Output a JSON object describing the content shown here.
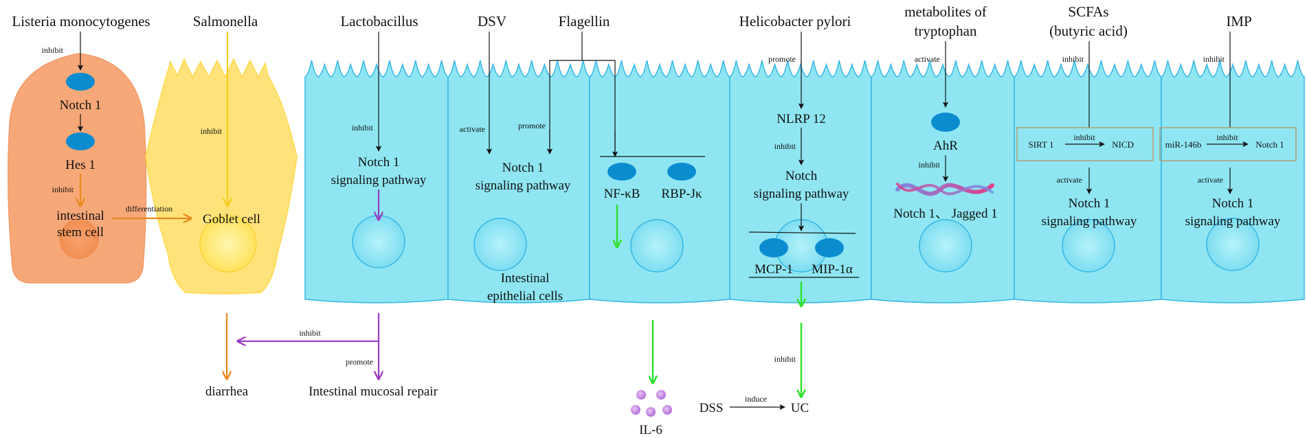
{
  "top": {
    "listeria": "Listeria monocytogenes",
    "salmonella": "Salmonella",
    "lactobacillus": "Lactobacillus",
    "dsv": "DSV",
    "flagellin": "Flagellin",
    "hpylori": "Helicobacter pylori",
    "tryptophan_1": "metabolites of",
    "tryptophan_2": "tryptophan",
    "scfas_1": "SCFAs",
    "scfas_2": "(butyric acid)",
    "imp": "IMP"
  },
  "cell1": {
    "inhibit_top": "inhibit",
    "notch1": "Notch 1",
    "hes1": "Hes 1",
    "inhibit_mid": "inhibit",
    "stem_1": "intestinal",
    "stem_2": "stem cell",
    "differentiation": "differentiation"
  },
  "cell2": {
    "inhibit": "inhibit",
    "goblet": "Goblet cell"
  },
  "cell3": {
    "inhibit": "inhibit",
    "notch_1": "Notch 1",
    "notch_2": "signaling pathway"
  },
  "cell4": {
    "activate": "activate",
    "promote": "promote",
    "notch_1": "Notch 1",
    "notch_2": "signaling pathway",
    "epi_1": "Intestinal",
    "epi_2": "epithelial cells"
  },
  "cell5": {
    "nfkb": "NF-κB",
    "rbpjk": "RBP-Jκ"
  },
  "cell6": {
    "promote": "promote",
    "nlrp12": "NLRP 12",
    "inhibit": "inhibit",
    "notch_1": "Notch",
    "notch_2": "signaling pathway",
    "mcp1": "MCP-1",
    "mip1a": "MIP-1α"
  },
  "cell7": {
    "activate": "activate",
    "ahr": "AhR",
    "inhibit": "inhibit",
    "notch_jagged": "Notch 1、 Jagged 1"
  },
  "cell8": {
    "inhibit_top": "inhibit",
    "sirt1": "SIRT 1",
    "inhibit_box": "inhibit",
    "nicd": "NICD",
    "activate": "activate",
    "notch_1": "Notch 1",
    "notch_2": "signaling pathway"
  },
  "cell9": {
    "inhibit_top": "inhibit",
    "mir146b": "miR-146b",
    "inhibit_box": "inhibit",
    "notch1_box": "Notch 1",
    "activate": "activate",
    "notch_1": "Notch 1",
    "notch_2": "signaling pathway"
  },
  "bottom": {
    "diarrhea": "diarrhea",
    "inhibit": "inhibit",
    "promote": "promote",
    "repair": "Intestinal mucosal repair",
    "il6": "IL-6",
    "dss": "DSS",
    "induce": "induce",
    "uc": "UC",
    "inhibit_uc": "inhibit"
  },
  "colors": {
    "orange_cell": "#F7A878",
    "yellow_cell": "#FFE27A",
    "cyan_cell": "#8FE6F2",
    "cell_border": "#33B5E5",
    "receptor": "#0A8CCF",
    "orange_arrow": "#E8891C",
    "yellow_arrow": "#F5CC1A",
    "purple_arrow": "#9A3DC4",
    "green_arrow": "#2EE02A",
    "il6_dot": "#C88BE6"
  }
}
